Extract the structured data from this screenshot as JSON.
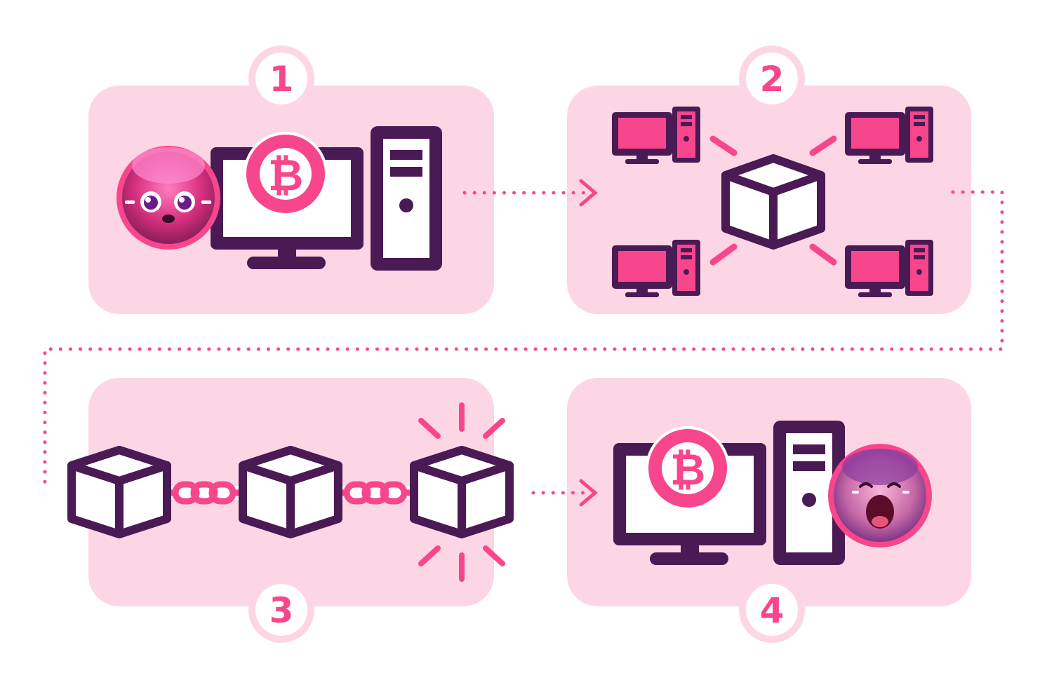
{
  "colors": {
    "panel": "#fdd6e6",
    "accent": "#f8468c",
    "dark": "#4a1a54",
    "white": "#ffffff"
  },
  "steps": [
    {
      "number": "1",
      "icons": [
        "avatar-girl-icon",
        "monitor-icon",
        "bitcoin-icon",
        "tower-pc-icon"
      ]
    },
    {
      "number": "2",
      "icons": [
        "block-icon",
        "computer-icon",
        "computer-icon",
        "computer-icon",
        "computer-icon"
      ]
    },
    {
      "number": "3",
      "icons": [
        "block-icon",
        "chain-link-icon",
        "block-icon",
        "chain-link-icon",
        "block-icon",
        "sparkle-icon"
      ]
    },
    {
      "number": "4",
      "icons": [
        "monitor-icon",
        "bitcoin-icon",
        "tower-pc-icon",
        "avatar-happy-icon"
      ]
    }
  ],
  "connectors": [
    "dotted-arrow-1-2",
    "dotted-path-2-3",
    "dotted-arrow-3-4"
  ]
}
